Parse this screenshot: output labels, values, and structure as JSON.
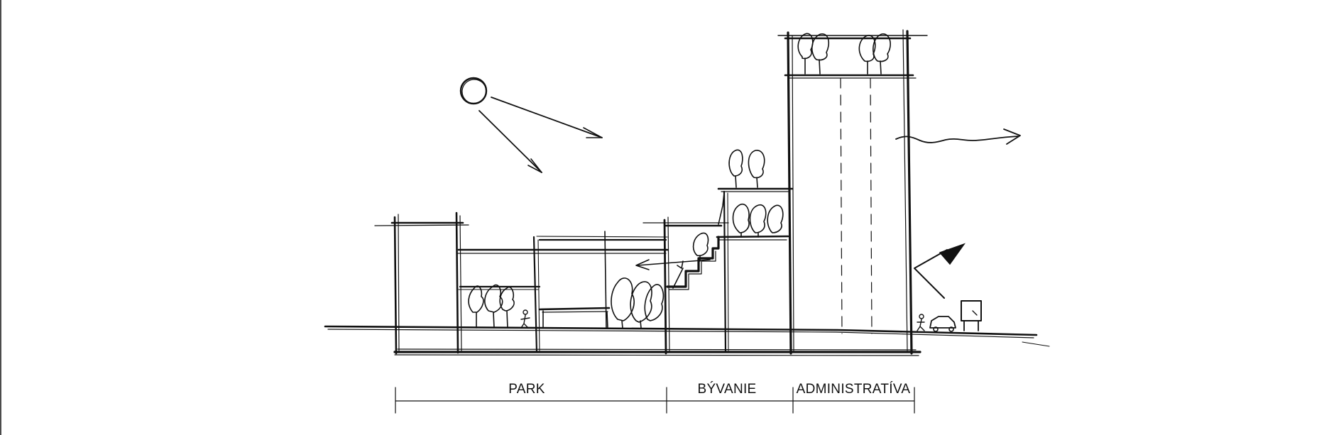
{
  "zones": [
    {
      "id": "park",
      "label": "PARK"
    },
    {
      "id": "housing",
      "label": "BÝVANIE"
    },
    {
      "id": "office",
      "label": "ADMINISTRATÍVA"
    }
  ],
  "colors": {
    "ink": "#111111",
    "paper": "#ffffff"
  }
}
